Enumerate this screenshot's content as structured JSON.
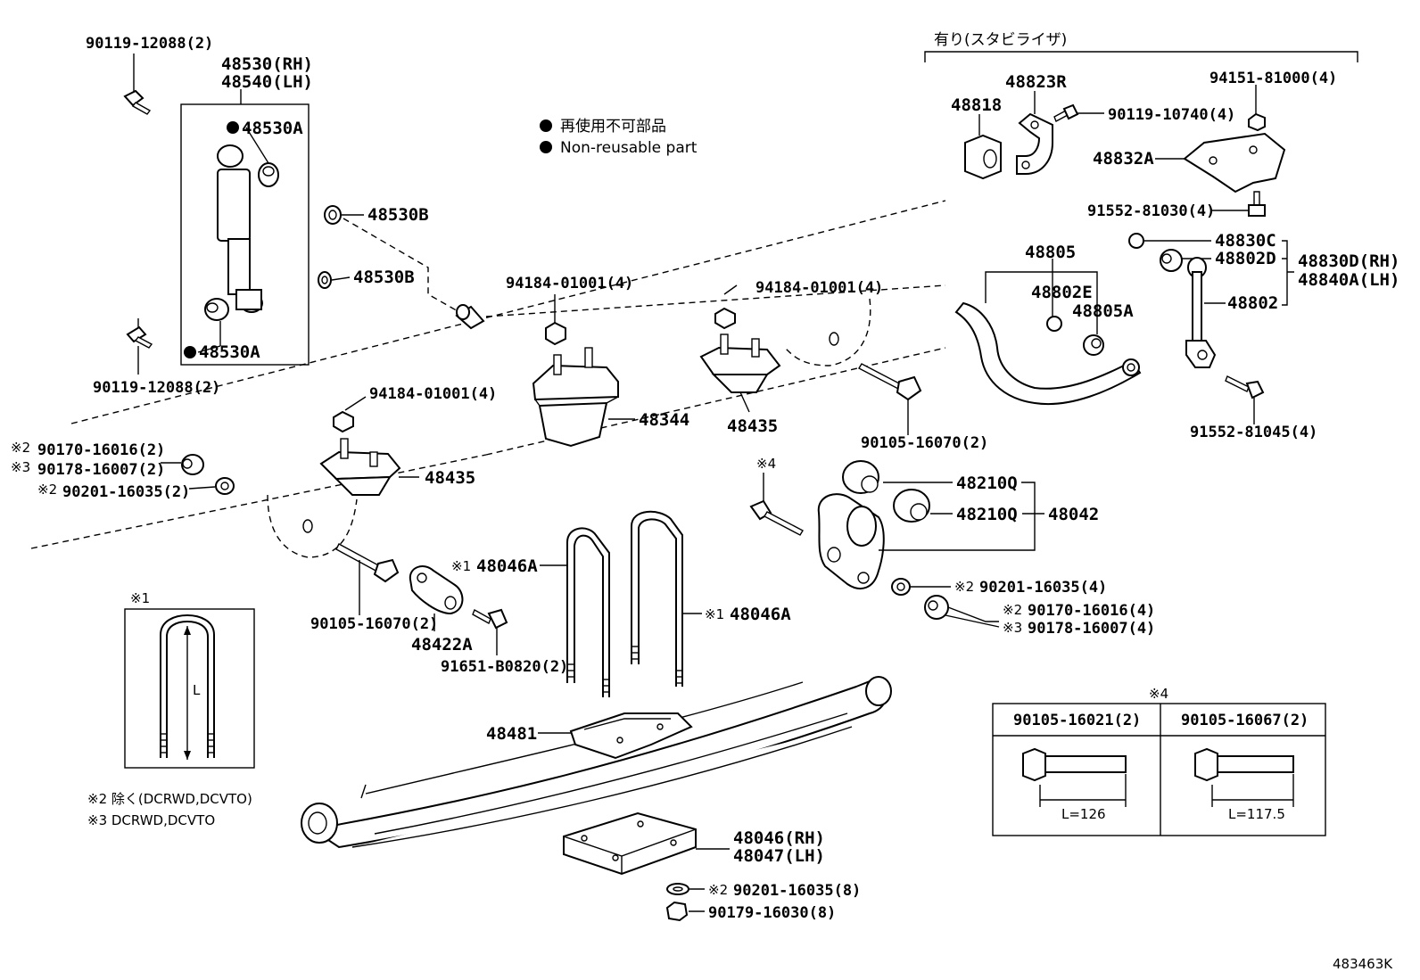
{
  "legend": {
    "jp": "再使用不可部品",
    "en": "Non-reusable part"
  },
  "stabilizer_group": "有り(スタビライザ)",
  "labels": {
    "bolt_top_left": "90119-12088(2)",
    "absorber_rh": "48530(RH)",
    "absorber_lh": "48540(LH)",
    "bush_a_top": "48530A",
    "bush_a_bottom": "48530A",
    "bush_b_top": "48530B",
    "bush_b_bottom": "48530B",
    "bolt_bottom_left": "90119-12088(2)",
    "nut_9418_1": "94184-01001(4)",
    "nut_9418_2": "94184-01001(4)",
    "nut_9418_3": "94184-01001(4)",
    "bumper_48344": "48344",
    "bumper_48435_r": "48435",
    "bumper_48435_l": "48435",
    "left_9017": "90170-16016(2)",
    "left_9017_mark": "※2",
    "left_90178": "90178-16007(2)",
    "left_90178_mark": "※3",
    "left_90201": "90201-16035(2)",
    "left_90201_mark": "※2",
    "bolt_90105_l": "90105-16070(2)",
    "bracket_48422a": "48422A",
    "bolt_91651": "91651-B0820(2)",
    "ubolt_1": "48046A",
    "ubolt_1_mark": "※1",
    "ubolt_2": "48046A",
    "ubolt_2_mark": "※1",
    "seat_48481": "48481",
    "plate_rh": "48046(RH)",
    "plate_lh": "48047(LH)",
    "washer_bottom": "90201-16035(8)",
    "washer_bottom_mark": "※2",
    "nut_bottom": "90179-16030(8)",
    "bolt_90105_r": "90105-16070(2)",
    "mark_4": "※4",
    "bush_48210q_1": "48210Q",
    "bush_48210q_2": "48210Q",
    "shackle_48042": "48042",
    "right_90201": "90201-16035(4)",
    "right_90201_mark": "※2",
    "right_90170": "90170-16016(4)",
    "right_90170_mark": "※2",
    "right_90178": "90178-16007(4)",
    "right_90178_mark": "※3",
    "stab_bush_48818": "48818",
    "stab_bracket_48823r": "48823R",
    "stab_bolt_90119": "90119-10740(4)",
    "stab_nut_94151": "94151-81000(4)",
    "stab_bracket_48832a": "48832A",
    "stab_bolt_91552_1": "91552-81030(4)",
    "stab_bar_48805": "48805",
    "stab_bush_48802e": "48802E",
    "stab_bush_48805a": "48805A",
    "link_48830c": "48830C",
    "link_48802d": "48802D",
    "link_48830d_rh": "48830D(RH)",
    "link_48840a_lh": "48840A(LH)",
    "link_48802": "48802",
    "stab_bolt_91552_2": "91552-81045(4)"
  },
  "ubolt_detail": {
    "mark": "※1",
    "dim_label": "L"
  },
  "notes": {
    "note2": "※2 除く(DCRWD,DCVTO)",
    "note3": "※3 DCRWD,DCVTO"
  },
  "bolt_table": {
    "mark": "※4",
    "col1_part": "90105-16021(2)",
    "col2_part": "90105-16067(2)",
    "col1_len": "L=126",
    "col2_len": "L=117.5"
  },
  "figure_id": "483463K"
}
